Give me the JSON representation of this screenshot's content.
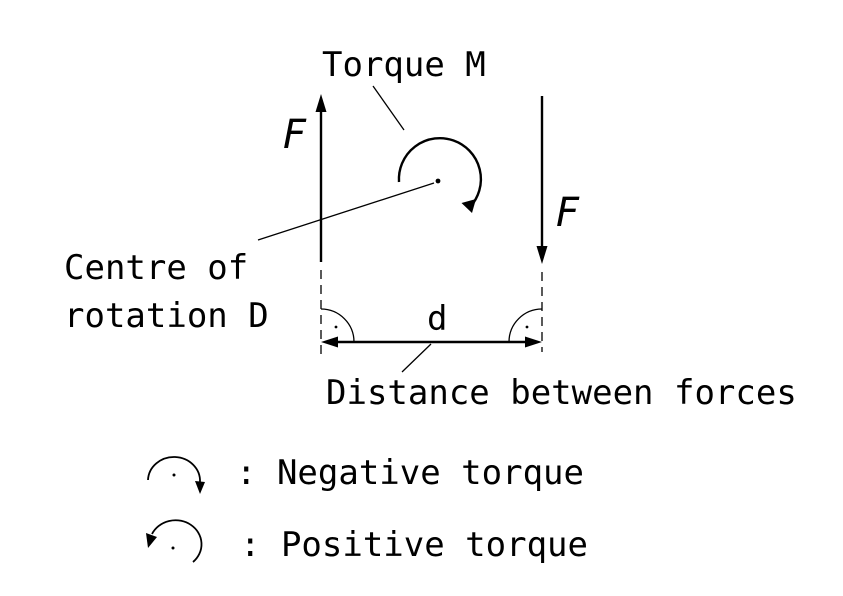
{
  "labels": {
    "torque": "Torque M",
    "force_left": "F",
    "force_right": "F",
    "centre_line1": "Centre of",
    "centre_line2": "rotation D",
    "distance_symbol": "d",
    "distance_caption": "Distance between forces"
  },
  "legend": [
    {
      "symbol": "clockwise-arrow-icon",
      "text": ": Negative torque"
    },
    {
      "symbol": "counterclockwise-arrow-icon",
      "text": ": Positive torque"
    }
  ],
  "colors": {
    "ink": "#000000",
    "background": "#ffffff"
  }
}
